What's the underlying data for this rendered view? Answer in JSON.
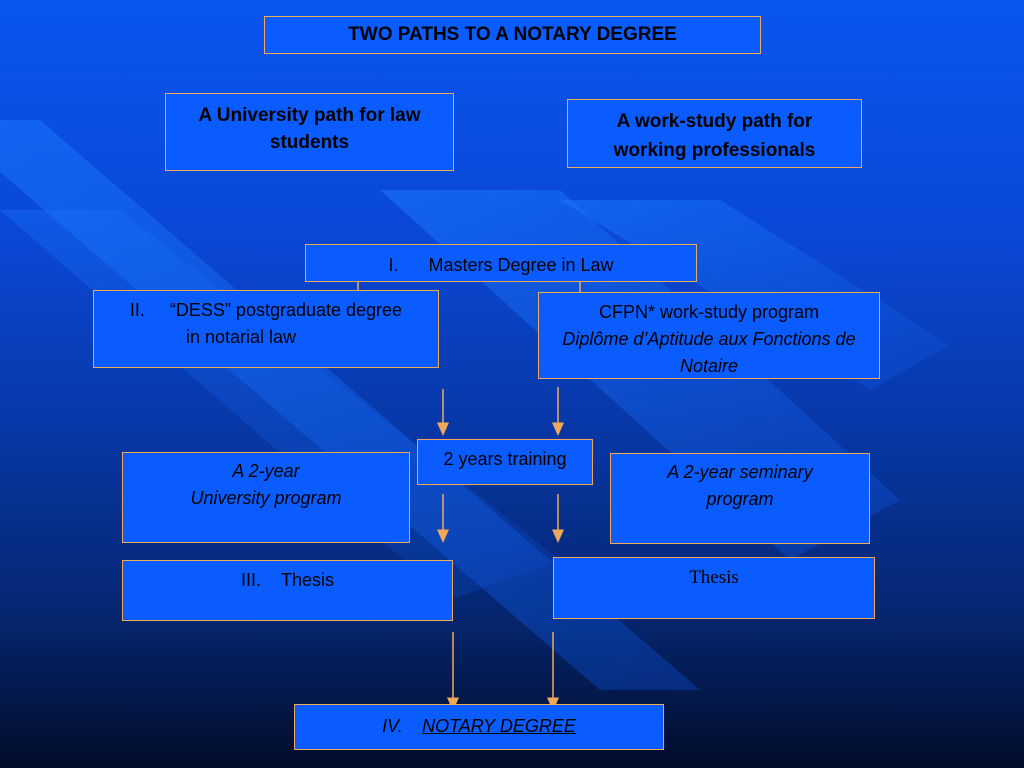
{
  "colors": {
    "box_fill": "#0a5cff",
    "box_border": "#f2a85a",
    "arrow": "#f2a85a",
    "text": "#000000"
  },
  "title": "TWO PATHS TO A NOTARY DEGREE",
  "university_path": {
    "line1": "A University path  for law",
    "line2": "students"
  },
  "workstudy_path": {
    "line1": "A work-study path  for",
    "line2": "working professionals"
  },
  "masters": {
    "number": "I.",
    "label": "Masters Degree in Law"
  },
  "dess": {
    "number": "II.",
    "line1": "“DESS” postgraduate degree",
    "line2": "in notarial law"
  },
  "cfpn": {
    "line1": "CFPN* work-study program",
    "line2": "Diplôme d’Aptitude aux Fonctions de",
    "line3": "Notaire"
  },
  "training": {
    "label": "2 years training"
  },
  "univ_program": {
    "line1": "A 2-year",
    "line2": "University program"
  },
  "seminary_program": {
    "line1": "A 2-year seminary",
    "line2": "program"
  },
  "thesis_left": {
    "number": "III.",
    "label": "Thesis"
  },
  "thesis_right": {
    "label": "Thesis"
  },
  "notary": {
    "number": "IV.",
    "label": "NOTARY DEGREE"
  }
}
